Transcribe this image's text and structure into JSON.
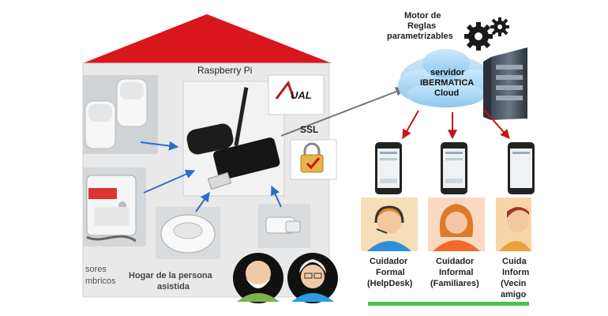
{
  "house": {
    "device_title": "Raspberry Pi",
    "logo_text": "UAL",
    "sensors_label_line1": "sores",
    "sensors_label_line2": "mbricos",
    "home_label_line1": "Hogar de la persona",
    "home_label_line2": "asistida",
    "colors": {
      "roof": "#d9161b",
      "wall": "#e9e9e9"
    }
  },
  "cloud": {
    "rules_line1": "Motor de",
    "rules_line2": "Reglas",
    "rules_line3": "parametrizables",
    "server_line1": "servidor",
    "server_line2": "IBERMATICA",
    "server_line3": "Cloud",
    "ssl_label": "SSL",
    "colors": {
      "cloud": "#a9d6f3",
      "arrow": "#cc1111"
    }
  },
  "caregivers": [
    {
      "line1": "Cuidador",
      "line2": "Formal",
      "line3": "(HelpDesk)"
    },
    {
      "line1": "Cuidador",
      "line2": "Informal",
      "line3": "(Familiares)"
    },
    {
      "line1": "Cuida",
      "line2": "Inform",
      "line3": "(Vecin",
      "line4": "amigo"
    }
  ]
}
